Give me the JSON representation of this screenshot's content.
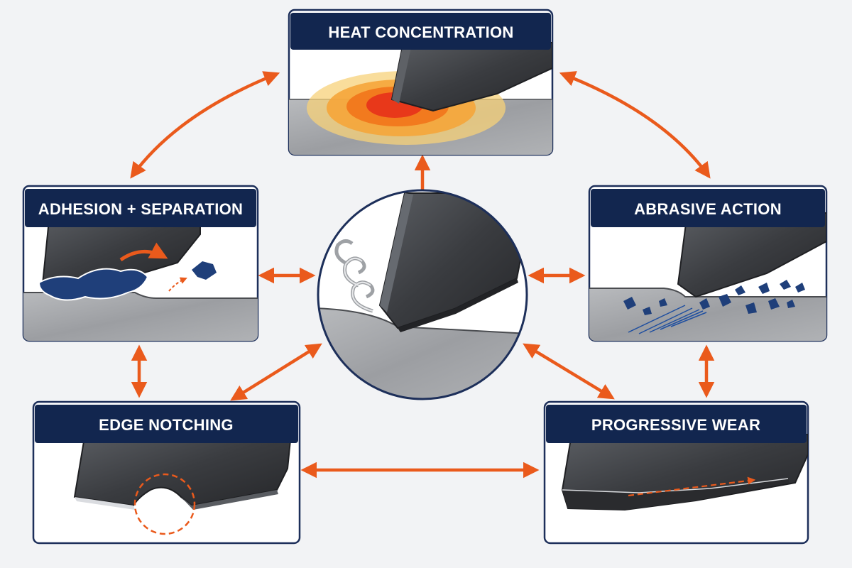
{
  "diagram": {
    "center": {
      "name": "cutting-tool-engagement"
    },
    "panels": [
      {
        "id": "heat",
        "label": "HEAT CONCENTRATION"
      },
      {
        "id": "adhesion",
        "label": "ADHESION + SEPARATION"
      },
      {
        "id": "abrasive",
        "label": "ABRASIVE ACTION"
      },
      {
        "id": "notching",
        "label": "EDGE NOTCHING"
      },
      {
        "id": "wear",
        "label": "PROGRESSIVE WEAR"
      }
    ]
  },
  "colors": {
    "title_bar": "#12264f",
    "panel_border": "#1d2f5a",
    "arrow": "#ea5a1c",
    "tool": "#3b3d41",
    "workpiece": "#a9abae",
    "debris": "#1f3f7a"
  },
  "icons": [
    "double-arrow-icon",
    "chip-curl-icon",
    "heat-zone-icon",
    "notch-circle-icon"
  ]
}
